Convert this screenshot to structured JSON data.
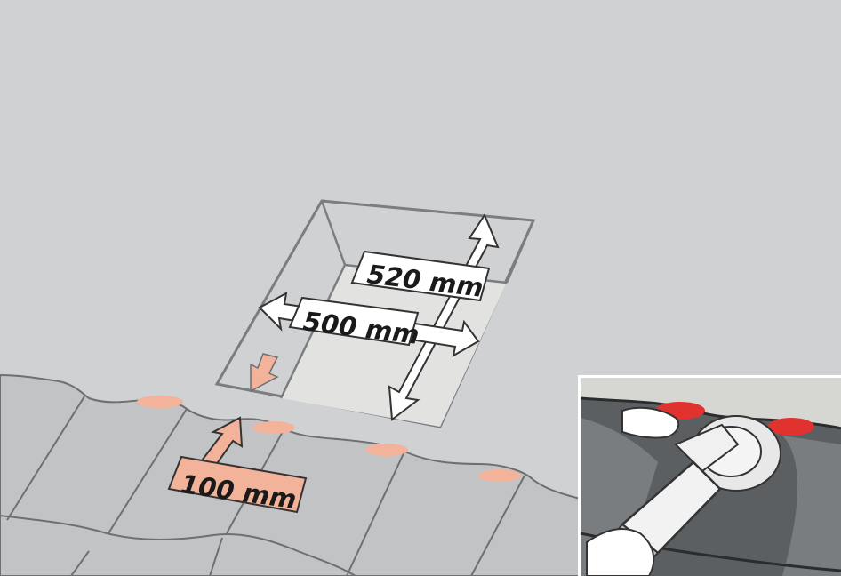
{
  "labels": {
    "width_dimension": "500 mm",
    "depth_dimension": "520 mm",
    "overlap_dimension": "100 mm"
  },
  "colors": {
    "membrane": "#d0d1d3",
    "opening_outline": "#7b7d80",
    "opening_floor": "#e2e3e0",
    "tiles": "#c2c3c5",
    "tile_lines": "#6d6f72",
    "salmon_accent": "#f2b39a",
    "marker_red": "#e0322f",
    "inset_border": "#ffffff"
  },
  "icons": {
    "down_arrow": "arrow-down-left-icon",
    "up_arrow": "arrow-up-right-icon",
    "tool": "angle-grinder-icon"
  }
}
